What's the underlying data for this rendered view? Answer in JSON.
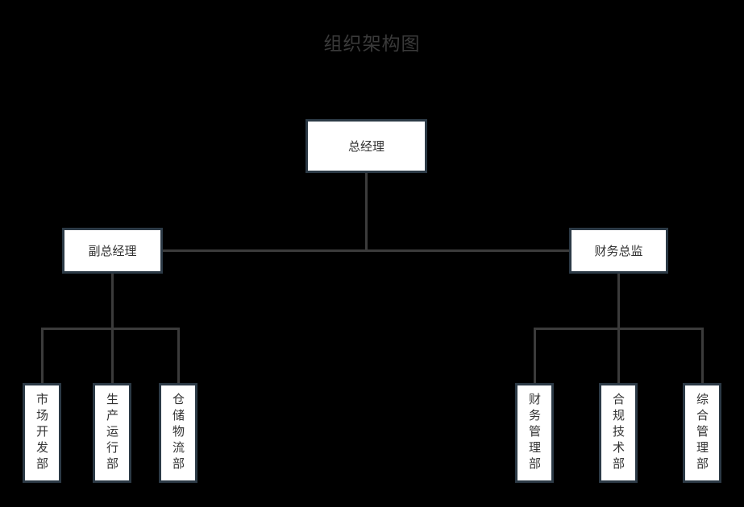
{
  "chart_data": {
    "type": "diagram",
    "diagram_type": "org-chart",
    "title": "组织架构图",
    "orientation": "top-down",
    "background_color": "#000000",
    "node_fill": "#ffffff",
    "node_border": "#2c3a46",
    "connector_color": "#3b3b3b",
    "title_color": "#3a3a3a",
    "label_color": "#333333",
    "levels": 3,
    "nodes": [
      {
        "id": "gm",
        "label": "总经理",
        "level": 1,
        "parent": null,
        "orientation": "horizontal"
      },
      {
        "id": "vgm",
        "label": "副总经理",
        "level": 2,
        "parent": "gm",
        "orientation": "horizontal"
      },
      {
        "id": "cfo",
        "label": "财务总监",
        "level": 2,
        "parent": "gm",
        "orientation": "horizontal"
      },
      {
        "id": "market",
        "label": "市场开发部",
        "level": 3,
        "parent": "vgm",
        "orientation": "vertical"
      },
      {
        "id": "prod",
        "label": "生产运行部",
        "level": 3,
        "parent": "vgm",
        "orientation": "vertical"
      },
      {
        "id": "logistics",
        "label": "仓储物流部",
        "level": 3,
        "parent": "vgm",
        "orientation": "vertical"
      },
      {
        "id": "finance",
        "label": "财务管理部",
        "level": 3,
        "parent": "cfo",
        "orientation": "vertical"
      },
      {
        "id": "compliance",
        "label": "合规技术部",
        "level": 3,
        "parent": "cfo",
        "orientation": "vertical"
      },
      {
        "id": "admin",
        "label": "综合管理部",
        "level": 3,
        "parent": "cfo",
        "orientation": "vertical"
      }
    ],
    "edges": [
      {
        "from": "gm",
        "to": "vgm"
      },
      {
        "from": "gm",
        "to": "cfo"
      },
      {
        "from": "vgm",
        "to": "market"
      },
      {
        "from": "vgm",
        "to": "prod"
      },
      {
        "from": "vgm",
        "to": "logistics"
      },
      {
        "from": "cfo",
        "to": "finance"
      },
      {
        "from": "cfo",
        "to": "compliance"
      },
      {
        "from": "cfo",
        "to": "admin"
      }
    ]
  },
  "title": "组织架构图",
  "nodes": {
    "gm": "总经理",
    "vgm": "副总经理",
    "cfo": "财务总监",
    "market": "市场开发部",
    "prod": "生产运行部",
    "logistics": "仓储物流部",
    "finance": "财务管理部",
    "compliance": "合规技术部",
    "admin": "综合管理部"
  }
}
